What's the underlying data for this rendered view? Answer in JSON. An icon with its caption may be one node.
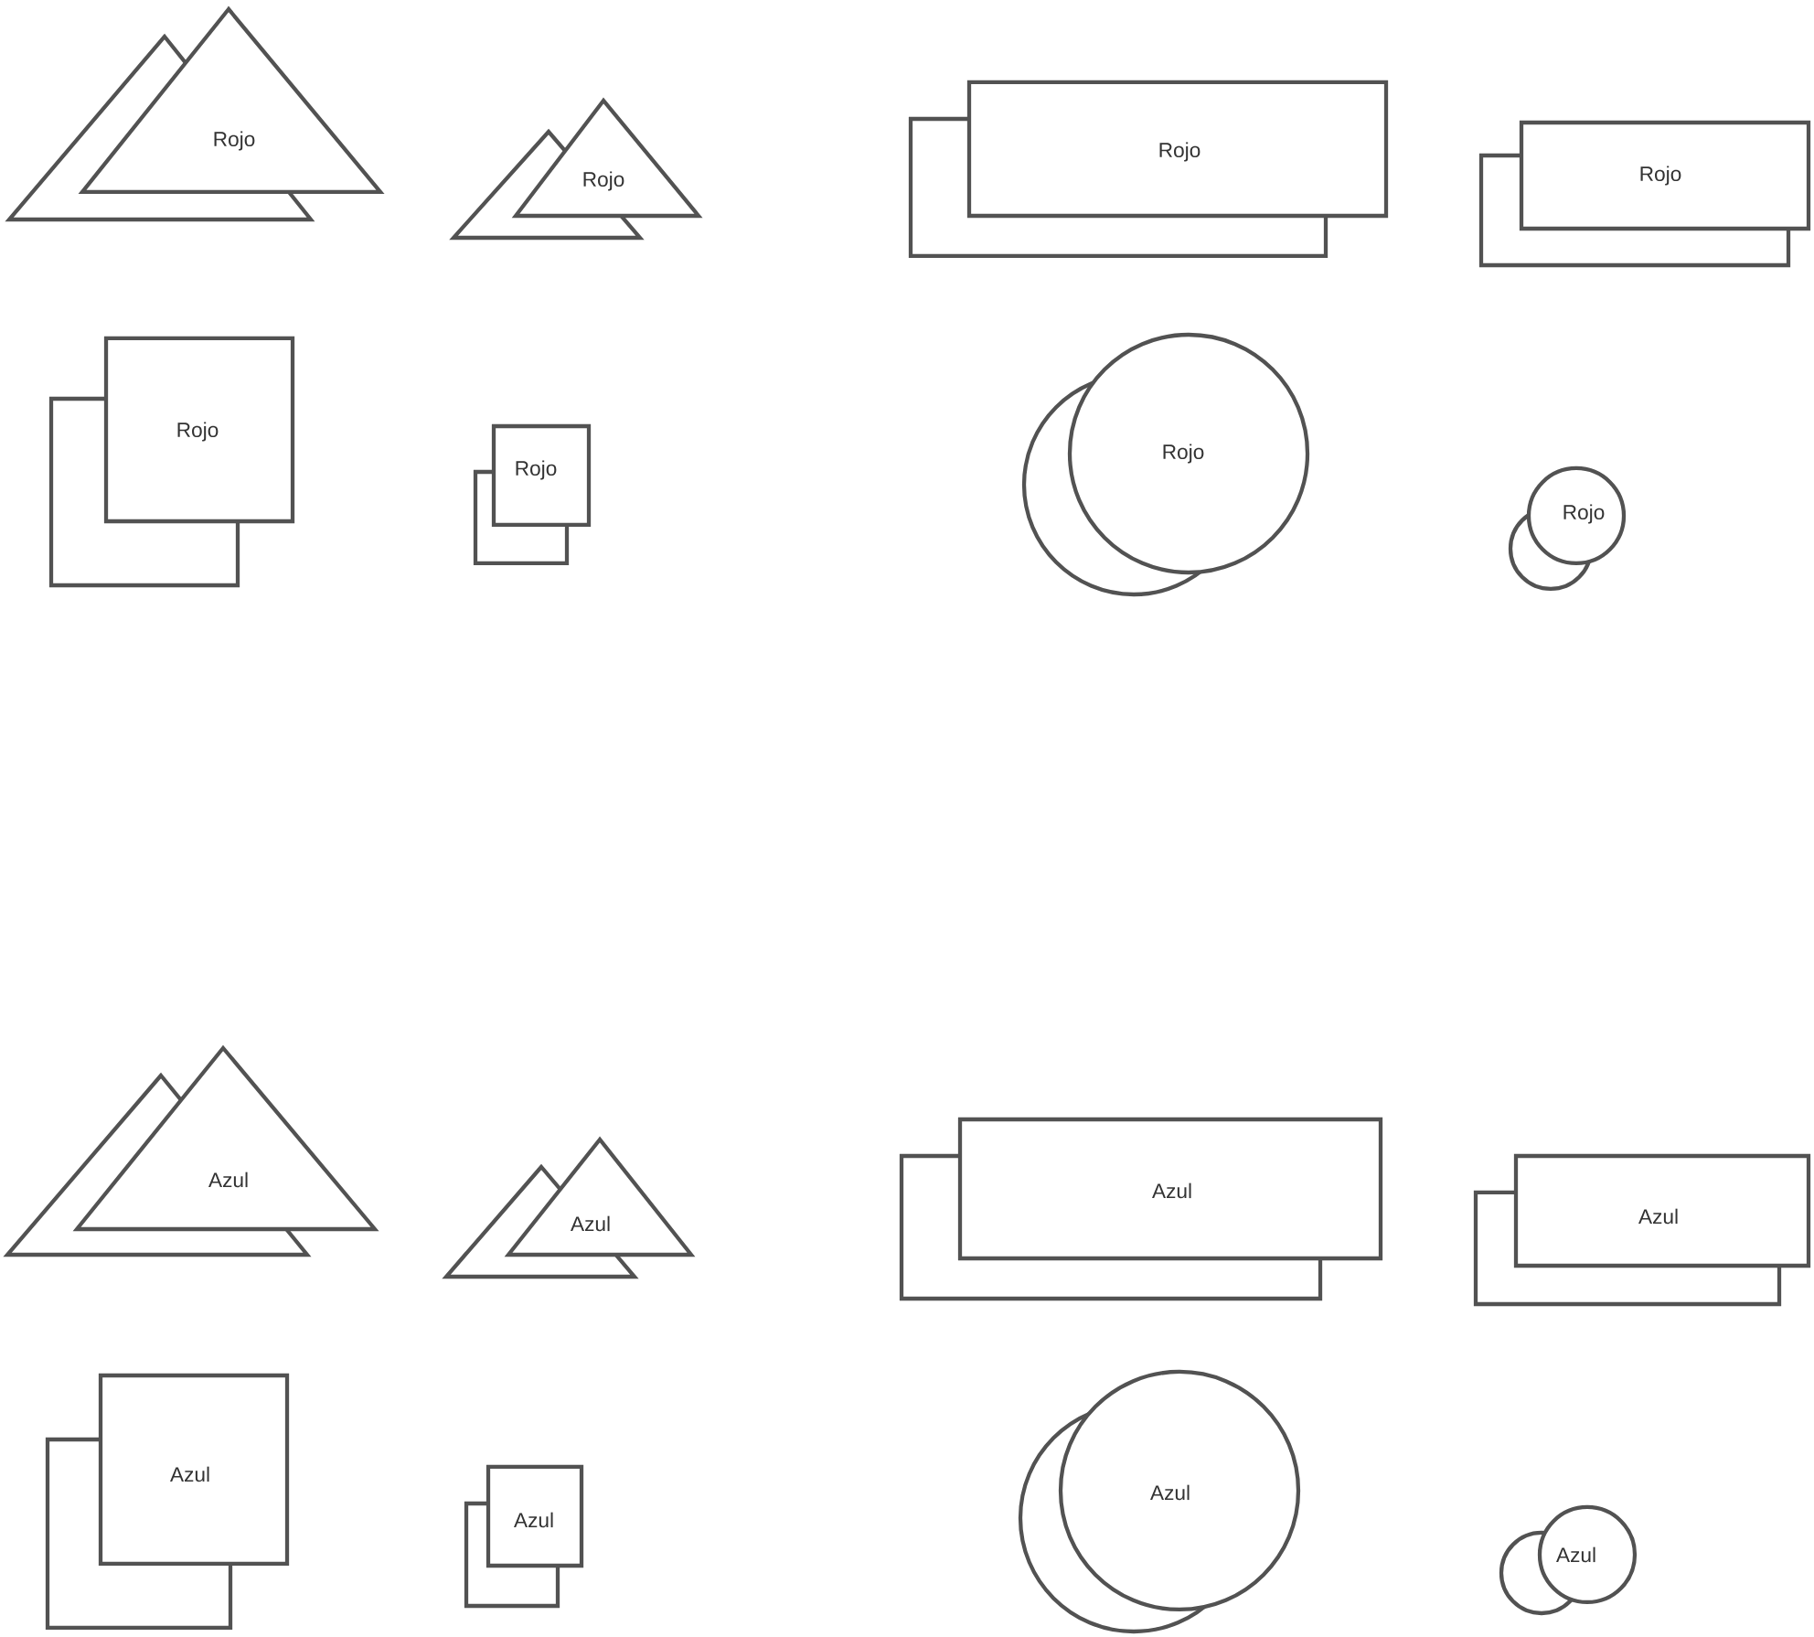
{
  "diagram": {
    "nodes": [
      {
        "text": [
          "Rojo"
        ]
      },
      {
        "text": [
          "Rojo"
        ]
      },
      {
        "text": [
          "Rojo"
        ]
      },
      {
        "text": [
          "Rojo"
        ]
      },
      {
        "text": [
          "Rojo"
        ]
      },
      {
        "text": [
          "Rojo"
        ]
      },
      {
        "text": [
          "Rojo"
        ]
      },
      {
        "text": [
          "Rojo"
        ]
      },
      {
        "text": [
          "Azul"
        ]
      },
      {
        "text": [
          "Azul"
        ]
      },
      {
        "text": [
          "Azul"
        ]
      },
      {
        "text": [
          "Azul"
        ]
      },
      {
        "text": [
          "Azul"
        ]
      },
      {
        "text": [
          "Azul"
        ]
      },
      {
        "text": [
          "Azul"
        ]
      },
      {
        "text": [
          "Azul"
        ]
      }
    ]
  }
}
